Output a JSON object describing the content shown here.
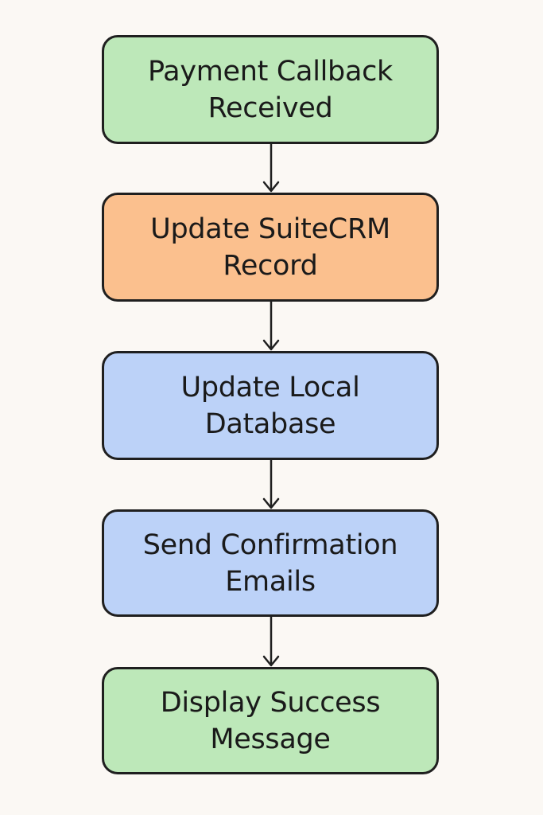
{
  "steps": [
    {
      "label": "Payment Callback\nReceived",
      "color": "#bde8b9"
    },
    {
      "label": "Update SuiteCRM\nRecord",
      "color": "#fbc08e"
    },
    {
      "label": "Update Local\nDatabase",
      "color": "#bcd2f8"
    },
    {
      "label": "Send Confirmation\nEmails",
      "color": "#bcd2f8"
    },
    {
      "label": "Display Success\nMessage",
      "color": "#bde8b9"
    }
  ],
  "arrow_color": "#1f1f1f"
}
